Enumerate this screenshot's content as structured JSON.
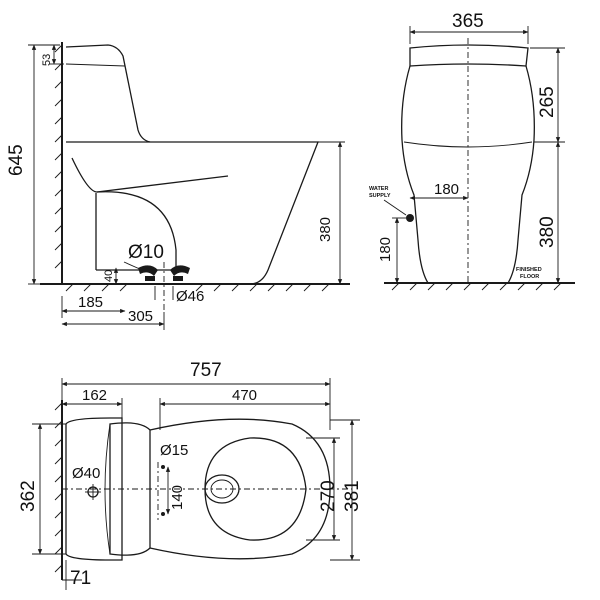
{
  "side_view": {
    "height_total": "645",
    "tank_lid": "53",
    "bowl_height": "380",
    "outlet_diameter": "Ø10",
    "outlet_height": "40",
    "outlet_center": "185",
    "mount_spacing": "305",
    "bolt_diameter": "Ø46"
  },
  "front_view": {
    "width": "365",
    "tank_height": "265",
    "bowl_height": "380",
    "supply_offset": "180",
    "supply_height": "180",
    "water_supply_label": [
      "WATER",
      "SUPPLY"
    ],
    "finished_floor_label": [
      "FINISHED",
      "FLOOR"
    ]
  },
  "top_view": {
    "length": "757",
    "bowl_length": "470",
    "tank_depth": "162",
    "width_total": "362",
    "bowl_width": "270",
    "overall_width": "381",
    "hole_diameter": "Ø40",
    "pin_diameter": "Ø15",
    "pin_spacing": "140",
    "wall_offset": "71"
  }
}
